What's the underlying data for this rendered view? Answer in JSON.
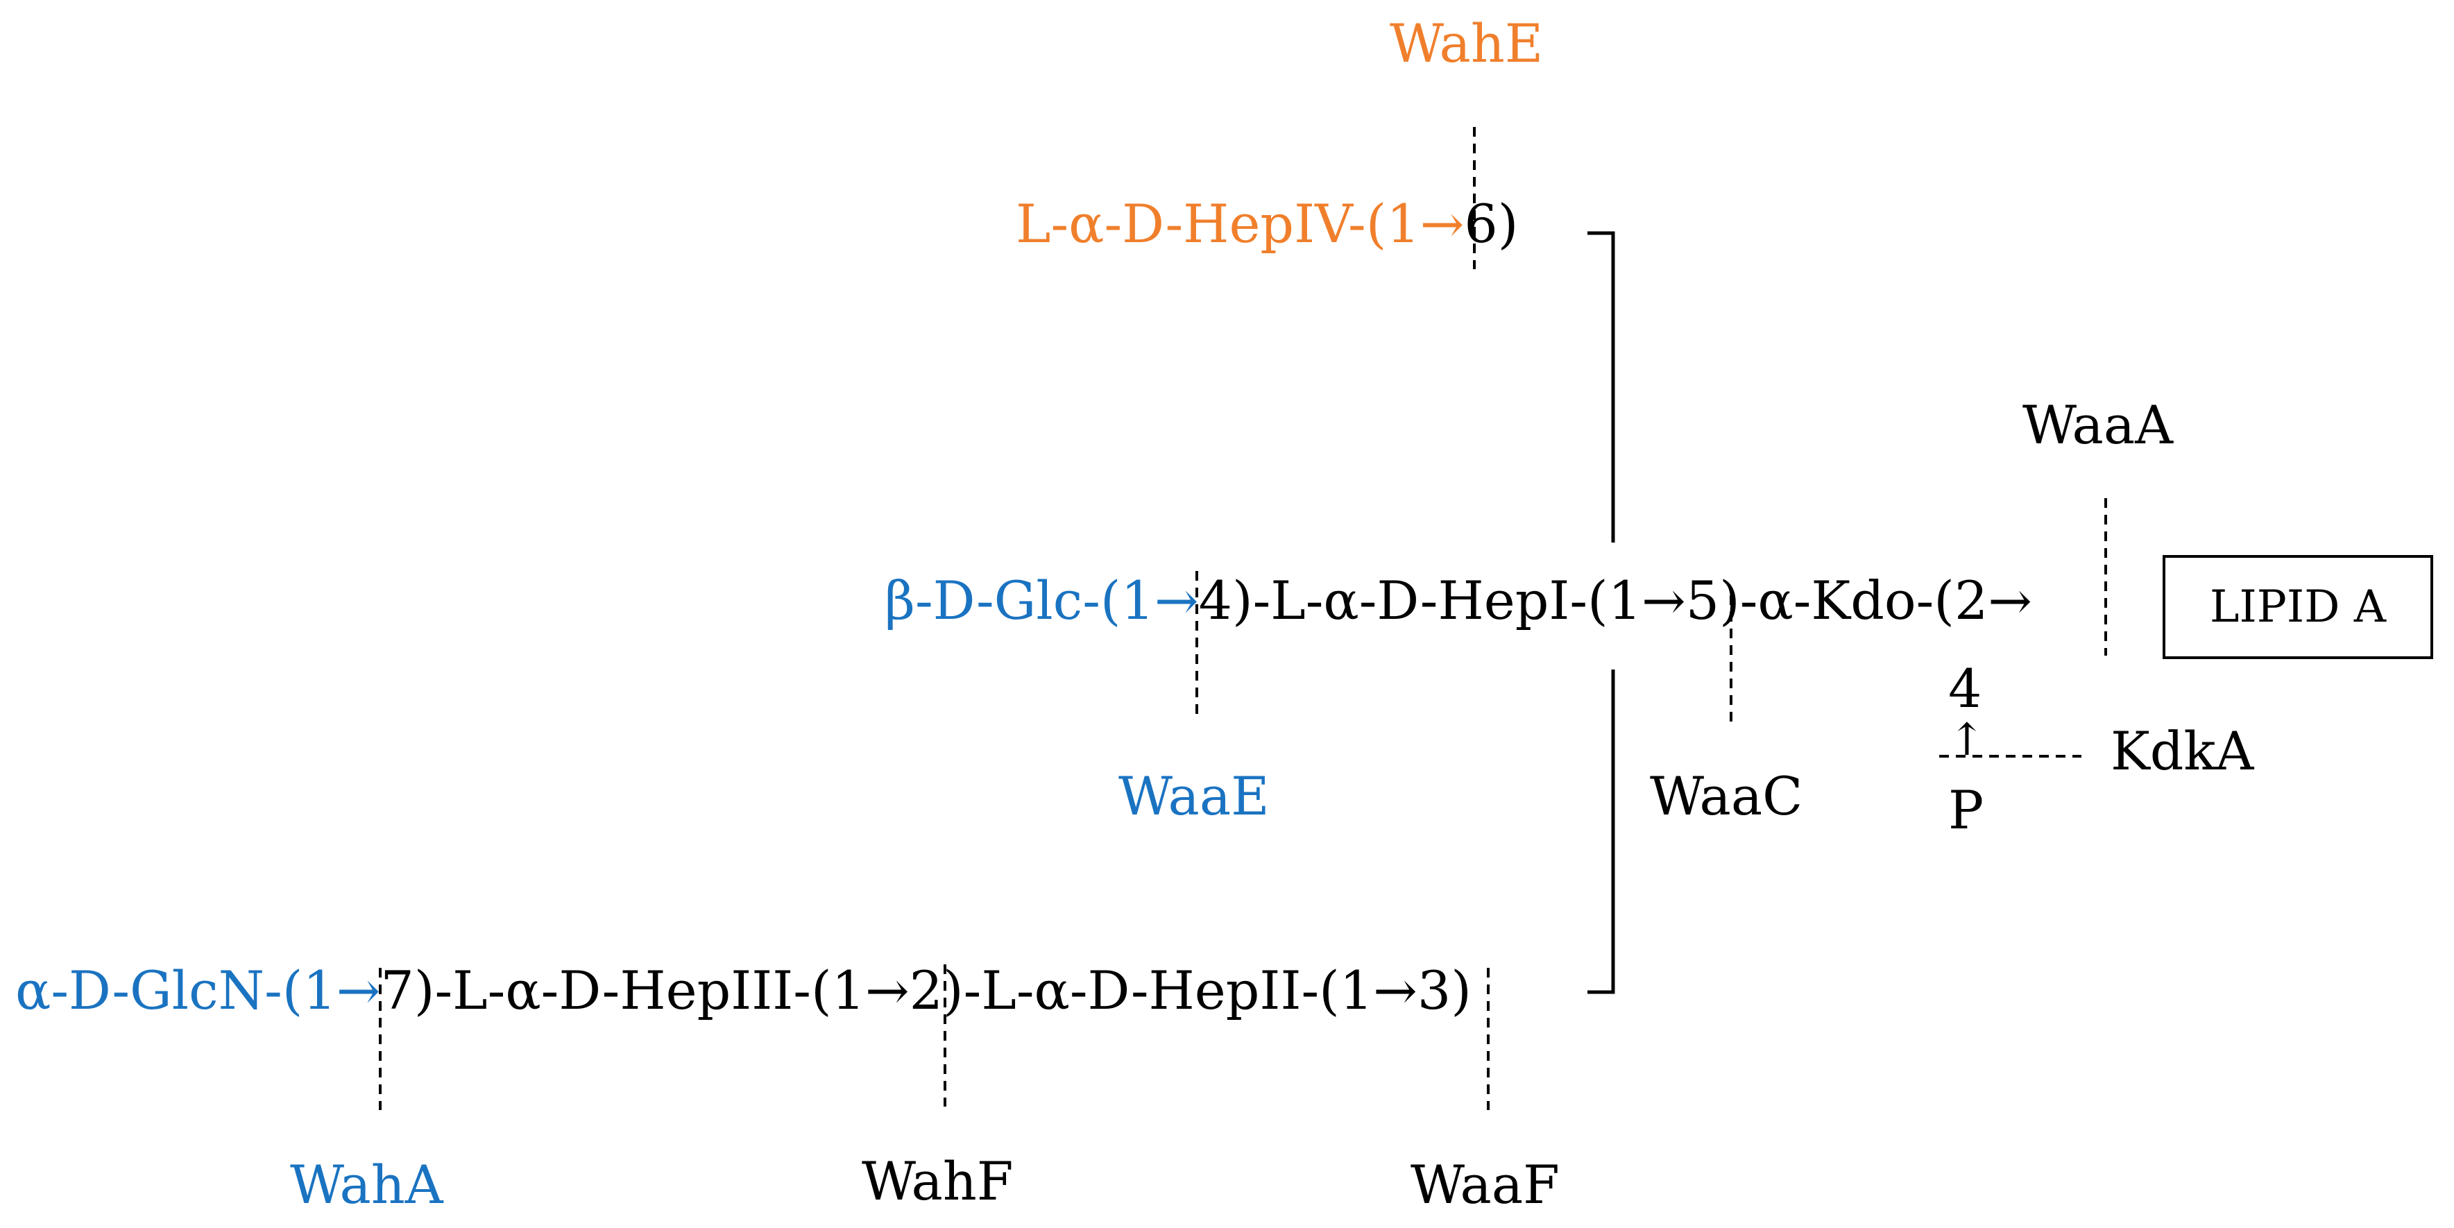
{
  "colors": {
    "blue": "#1a73c1",
    "orange": "#f07f2c",
    "black": "#000000"
  },
  "chains": {
    "hep4": {
      "blue": "",
      "orange": "L-α-D-HepIV-(1→",
      "black": "6)"
    },
    "main": {
      "blue": "β-D-Glc-(1→",
      "black": "4)-L-α-D-HepI-(1→5)-α-Kdo-(2→"
    },
    "bottom": {
      "blue": "α-D-GlcN-(1→",
      "black": "7)-L-α-D-HepIII-(1→2)-L-α-D-HepII-(1→3)"
    }
  },
  "box": {
    "label": "LIPID A"
  },
  "phosphate": {
    "position": "4",
    "arrow": "↑",
    "group": "P"
  },
  "enzymes": {
    "wahe": "WahE",
    "waaa": "WaaA",
    "waae": "WaaE",
    "waac": "WaaC",
    "kdka": "KdkA",
    "waha": "WahA",
    "wahf": "WahF",
    "waaf": "WaaF"
  }
}
